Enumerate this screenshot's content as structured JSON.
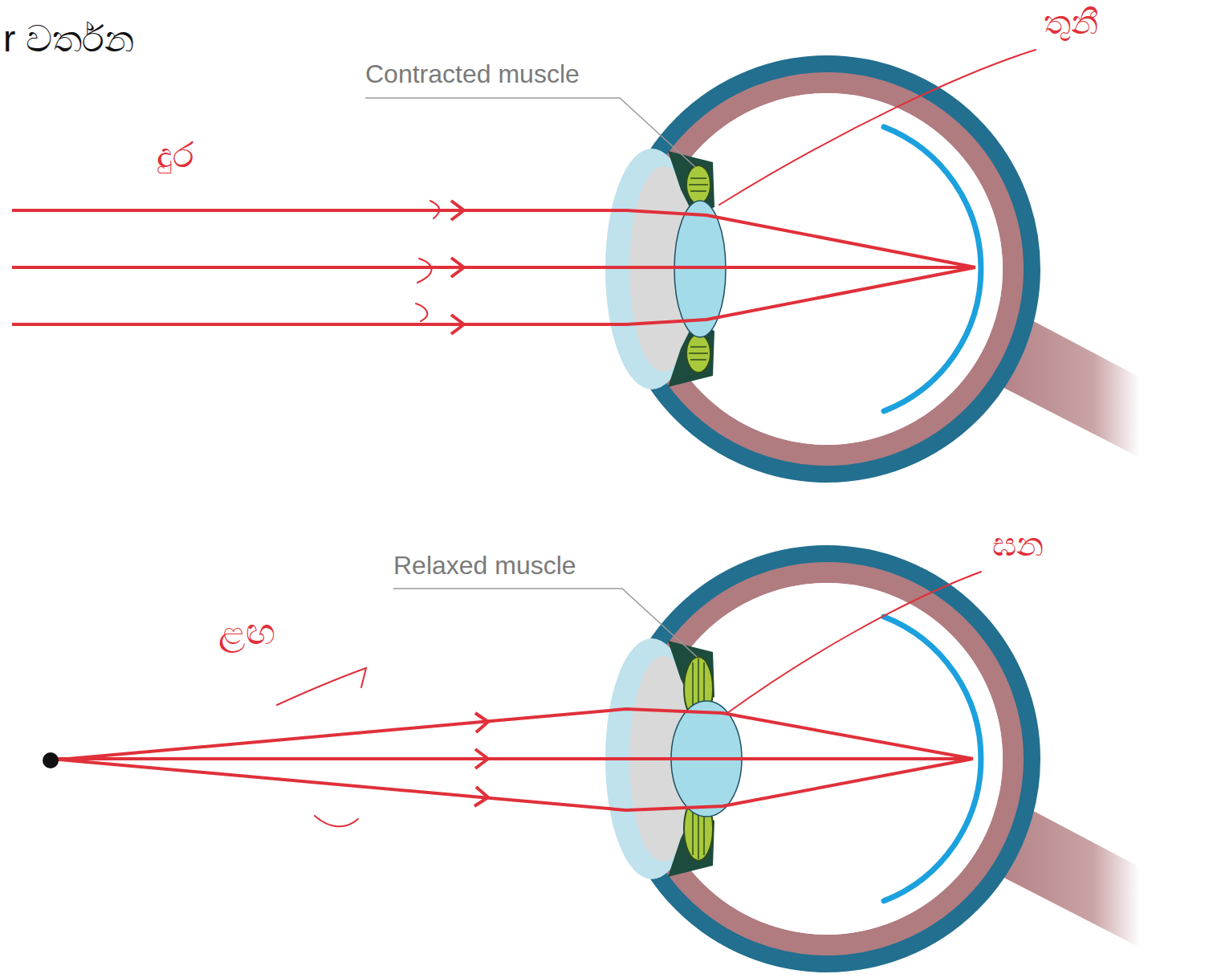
{
  "diagram": {
    "title": "r වර්තන",
    "labels": [
      "Contracted muscle",
      "Relaxed muscle",
      "දුර",
      "තුනී",
      "ළඟ",
      "ඝන"
    ]
  }
}
